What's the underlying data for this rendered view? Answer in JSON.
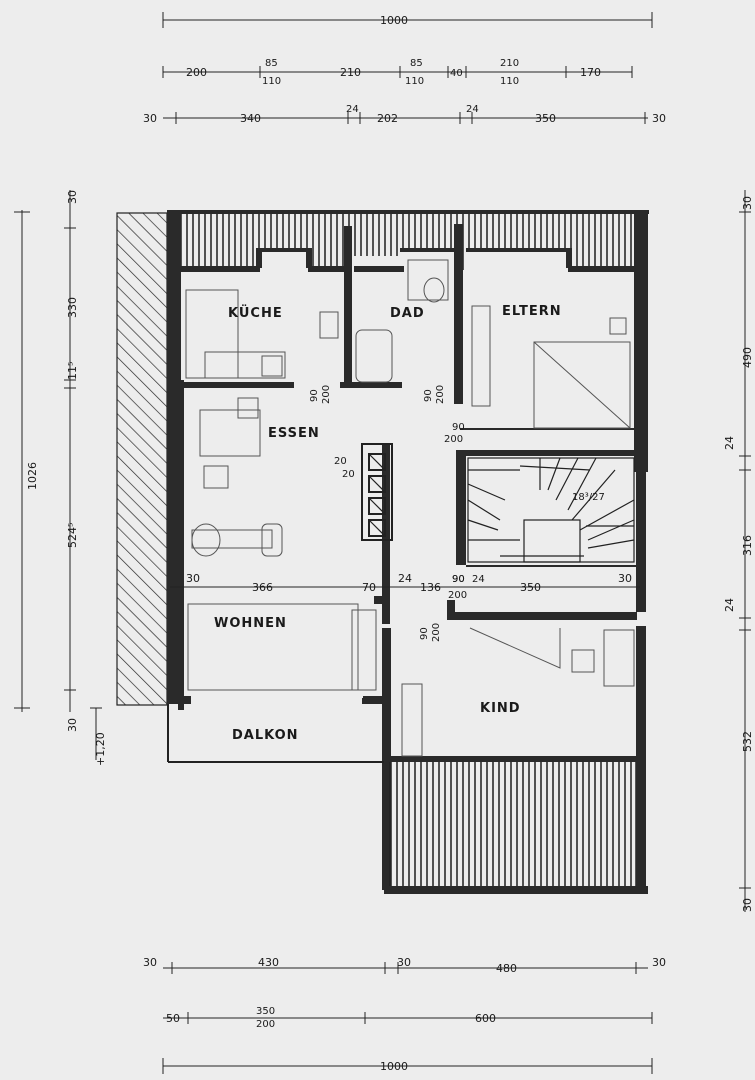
{
  "rooms": {
    "kueche": "KÜCHE",
    "bad": "DAD",
    "eltern": "ELTERN",
    "essen": "ESSEN",
    "wohnen": "WOHNEN",
    "balkon": "DALKON",
    "kind": "KIND"
  },
  "stairs_label": "18³/27",
  "top_dims": {
    "row1": [
      "1000"
    ],
    "row2": [
      "200",
      "85",
      "110",
      "210",
      "85",
      "110",
      "40",
      "210",
      "110",
      "170"
    ],
    "row3": [
      "30",
      "340",
      "24",
      "202",
      "24",
      "350",
      "30"
    ]
  },
  "bottom_dims": {
    "row1": [
      "30",
      "430",
      "30",
      "480",
      "30"
    ],
    "row2": [
      "50",
      "350",
      "200",
      "600"
    ],
    "row3": [
      "1000"
    ]
  },
  "left_dims": [
    "30",
    "330",
    "11⁵",
    "524⁵",
    "1026",
    "30",
    "+1,20"
  ],
  "right_dims": [
    "30",
    "490",
    "24",
    "316",
    "24",
    "532",
    "30"
  ],
  "door_dims": [
    "90",
    "200",
    "90",
    "200",
    "90",
    "200",
    "20",
    "20",
    "90",
    "200",
    "90",
    "200"
  ],
  "inner_dims": [
    "30",
    "366",
    "70",
    "24",
    "136",
    "90",
    "24",
    "350",
    "30"
  ]
}
